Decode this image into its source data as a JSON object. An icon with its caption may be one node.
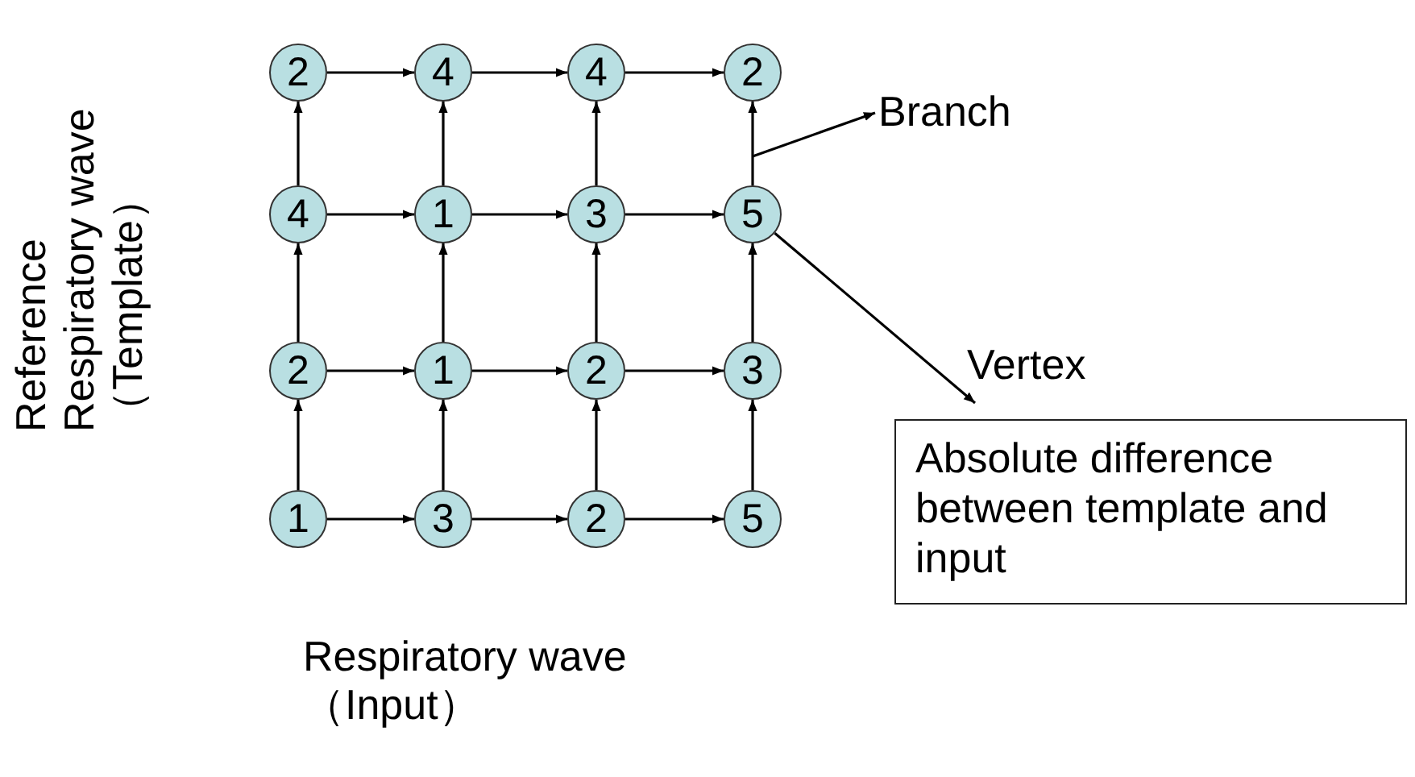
{
  "diagram": {
    "nodes": [
      {
        "text": [
          "2"
        ]
      },
      {
        "text": [
          "4"
        ]
      },
      {
        "text": [
          "4"
        ]
      },
      {
        "text": [
          "2"
        ]
      },
      {
        "text": [
          "4"
        ]
      },
      {
        "text": [
          "1"
        ]
      },
      {
        "text": [
          "3"
        ]
      },
      {
        "text": [
          "5"
        ]
      },
      {
        "text": [
          "2"
        ]
      },
      {
        "text": [
          "1"
        ]
      },
      {
        "text": [
          "2"
        ]
      },
      {
        "text": [
          "3"
        ]
      },
      {
        "text": [
          "1"
        ]
      },
      {
        "text": [
          "3"
        ]
      },
      {
        "text": [
          "2"
        ]
      },
      {
        "text": [
          "5"
        ]
      },
      {
        "text": [
          "Branch"
        ]
      },
      {
        "text": [
          "Vertex"
        ]
      },
      {
        "text": [
          "Absolute difference between template and input"
        ]
      }
    ],
    "edges": [
      {
        "from": 0,
        "to": 1,
        "arrow": "to"
      },
      {
        "from": 1,
        "to": 2,
        "arrow": "to"
      },
      {
        "from": 2,
        "to": 3,
        "arrow": "to"
      },
      {
        "from": 4,
        "to": 5,
        "arrow": "to"
      },
      {
        "from": 5,
        "to": 6,
        "arrow": "to"
      },
      {
        "from": 6,
        "to": 7,
        "arrow": "to"
      },
      {
        "from": 8,
        "to": 9,
        "arrow": "to"
      },
      {
        "from": 9,
        "to": 10,
        "arrow": "to"
      },
      {
        "from": 10,
        "to": 11,
        "arrow": "to"
      },
      {
        "from": 12,
        "to": 13,
        "arrow": "to"
      },
      {
        "from": 13,
        "to": 14,
        "arrow": "to"
      },
      {
        "from": 14,
        "to": 15,
        "arrow": "to"
      },
      {
        "from": 4,
        "to": 0,
        "arrow": "to"
      },
      {
        "from": 5,
        "to": 1,
        "arrow": "to"
      },
      {
        "from": 6,
        "to": 2,
        "arrow": "to"
      },
      {
        "from": 7,
        "to": 3,
        "arrow": "to"
      },
      {
        "from": 8,
        "to": 4,
        "arrow": "to"
      },
      {
        "from": 9,
        "to": 5,
        "arrow": "to"
      },
      {
        "from": 10,
        "to": 6,
        "arrow": "to"
      },
      {
        "from": 11,
        "to": 7,
        "arrow": "to"
      },
      {
        "from": 12,
        "to": 8,
        "arrow": "to"
      },
      {
        "from": 13,
        "to": 9,
        "arrow": "to"
      },
      {
        "from": 14,
        "to": 10,
        "arrow": "to"
      },
      {
        "from": 15,
        "to": 11,
        "arrow": "to"
      },
      {
        "from": null,
        "to": 16,
        "arrow": "to"
      },
      {
        "from": 7,
        "to": 17,
        "arrow": "to"
      }
    ],
    "labels": [
      "Reference Respiratory wave （Template）",
      "Respiratory wave （Input）"
    ]
  }
}
